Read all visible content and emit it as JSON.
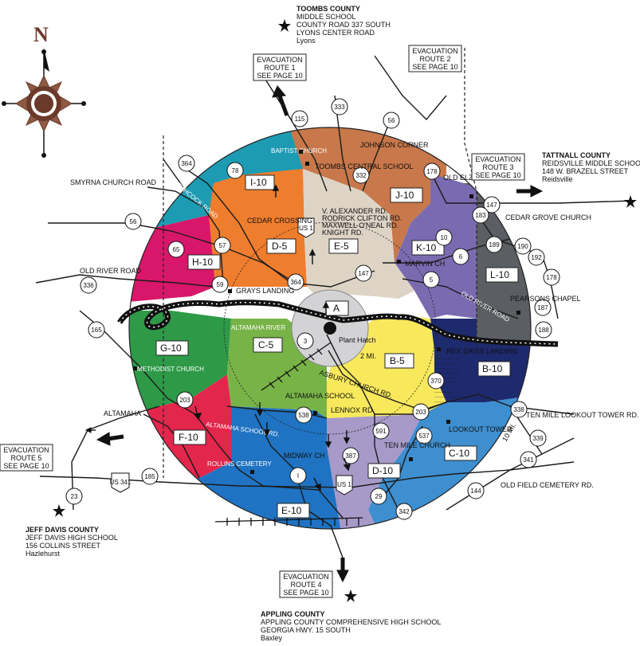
{
  "compass": {
    "north_label": "N"
  },
  "zones": {
    "a": "A",
    "b5": "B-5",
    "c5": "C-5",
    "d5": "D-5",
    "e5": "E-5",
    "b10": "B-10",
    "c10": "C-10",
    "d10": "D-10",
    "e10": "E-10",
    "f10": "F-10",
    "g10": "G-10",
    "h10": "H-10",
    "i10": "I-10",
    "j10": "J-10",
    "k10": "K-10",
    "l10": "L-10"
  },
  "plant": {
    "label": "Plant Hatch",
    "ring_label": "2 MI."
  },
  "highways": {
    "h333": "333",
    "h115": "115",
    "h56a": "56",
    "h178a": "178",
    "h147a": "147",
    "h183": "183",
    "h189": "189",
    "h190": "190",
    "h192": "192",
    "h178b": "178",
    "h187": "187",
    "h188": "188",
    "h364a": "364",
    "h78": "78",
    "h56b": "56",
    "h65": "65",
    "h57": "57",
    "h59": "59",
    "h336": "336",
    "h364b": "364",
    "h147b": "147",
    "h332": "332",
    "h10": "10",
    "h6": "6",
    "h5": "5",
    "h3": "3",
    "h165": "165",
    "h370": "370",
    "h203a": "203",
    "h203b": "203",
    "h538": "538",
    "h591": "591",
    "h537": "537",
    "h338": "338",
    "h339": "339",
    "h341": "341",
    "h144": "144",
    "h387": "387",
    "h29": "29",
    "h342": "342",
    "h185": "185",
    "h23": "23",
    "hi": "I",
    "us1a": "US 1",
    "us1b": "US 1",
    "us341": "US 341"
  },
  "places": {
    "toombs_central": "TOOMBS CENTRAL SCHOOL",
    "johnson_corner": "JOHNSON CORNER",
    "old_elza": "OLD ELZA CHURCH",
    "cedar_grove": "CEDAR GROVE CHURCH",
    "pearsons": "PEARSONS CHAPEL",
    "cedar_crossing": "CEDAR CROSSING",
    "graves_landing": "GRAYS LANDING",
    "marvin": "MARVIN CH",
    "rex_davis": "REX DAVIS LANDING",
    "lookout_tower": "LOOKOUT TOWER",
    "ten_mile_church": "TEN MILE CHURCH",
    "altamaha_school": "ALTAMAHA SCHOOL",
    "midway": "MIDWAY CH",
    "baptist_church": "BAPTIST CHURCH",
    "methodist_church": "METHODIST CHURCH",
    "cemetery": "ROLLINS CEMETERY",
    "altamaha_river": "ALTAMAHA RIVER",
    "asbury_church_rd": "ASBURY CHURCH RD.",
    "lennox_rd": "LENNOX RD",
    "altamaha_school_rd": "ALTAMAHA SCHOOL RD.",
    "old_river_rd_e": "OLD RIVER ROAD",
    "old_river_rd_w": "OLD RIVER ROAD",
    "smyrna_rd": "SMYRNA CHURCH ROAD",
    "hitchcock_rd": "HITCHCOCK ROAD",
    "ten_mile_tower_rd": "TEN MILE LOOKOUT TOWER RD.",
    "old_field_rd": "OLD FIELD CEMETERY RD.",
    "altamaha": "ALTAMAHA",
    "ten_mi": "10 MI."
  },
  "road_names": {
    "line1": "V. ALEXANDER RD.",
    "line2": "RODRICK CLIFTON RD.",
    "line3": "MAXWELL O'NEAL RD.",
    "line4": "KNIGHT RD."
  },
  "routes": {
    "r1": [
      "EVACUATION",
      "ROUTE 1",
      "SEE PAGE 10"
    ],
    "r2": [
      "EVACUATION",
      "ROUTE 2",
      "SEE PAGE 10"
    ],
    "r3": [
      "EVACUATION",
      "ROUTE 3",
      "SEE PAGE 10"
    ],
    "r4": [
      "EVACUATION",
      "ROUTE 4",
      "SEE PAGE 10"
    ],
    "r5": [
      "EVACUATION",
      "ROUTE 5",
      "SEE PAGE 10"
    ]
  },
  "shelters": {
    "toombs": {
      "county": "TOOMBS COUNTY",
      "lines": [
        "MIDDLE SCHOOL",
        "COUNTY ROAD 337 SOUTH",
        "LYONS CENTER ROAD"
      ],
      "city": "Lyons"
    },
    "tattnall": {
      "county": "TATTNALL COUNTY",
      "lines": [
        "REIDSVILLE MIDDLE SCHOOL",
        "148 W. BRAZELL STREET"
      ],
      "city": "Reidsville"
    },
    "jeff_davis": {
      "county": "JEFF DAVIS COUNTY",
      "lines": [
        "JEFF DAVIS HIGH SCHOOL",
        "156 COLLINS STREET"
      ],
      "city": "Hazlehurst"
    },
    "appling": {
      "county": "APPLING COUNTY",
      "lines": [
        "APPLING COUNTY COMPREHENSIVE HIGH SCHOOL",
        "GEORGIA HWY. 15 SOUTH"
      ],
      "city": "Baxley"
    }
  },
  "colors": {
    "A": "#d3d3d6",
    "B5": "#f8e85c",
    "C5": "#78b347",
    "D5": "#ef7d2e",
    "E5": "#ddd4c6",
    "B10": "#1e2a6e",
    "C10": "#3e8fd0",
    "D10": "#a79ac9",
    "E10": "#1f73c2",
    "F10": "#e3264c",
    "G10": "#2e9a48",
    "H10": "#d8176a",
    "I10": "#1d9bb2",
    "J10": "#c8784a",
    "K10": "#7a6bb1",
    "L10": "#5b5e63"
  }
}
